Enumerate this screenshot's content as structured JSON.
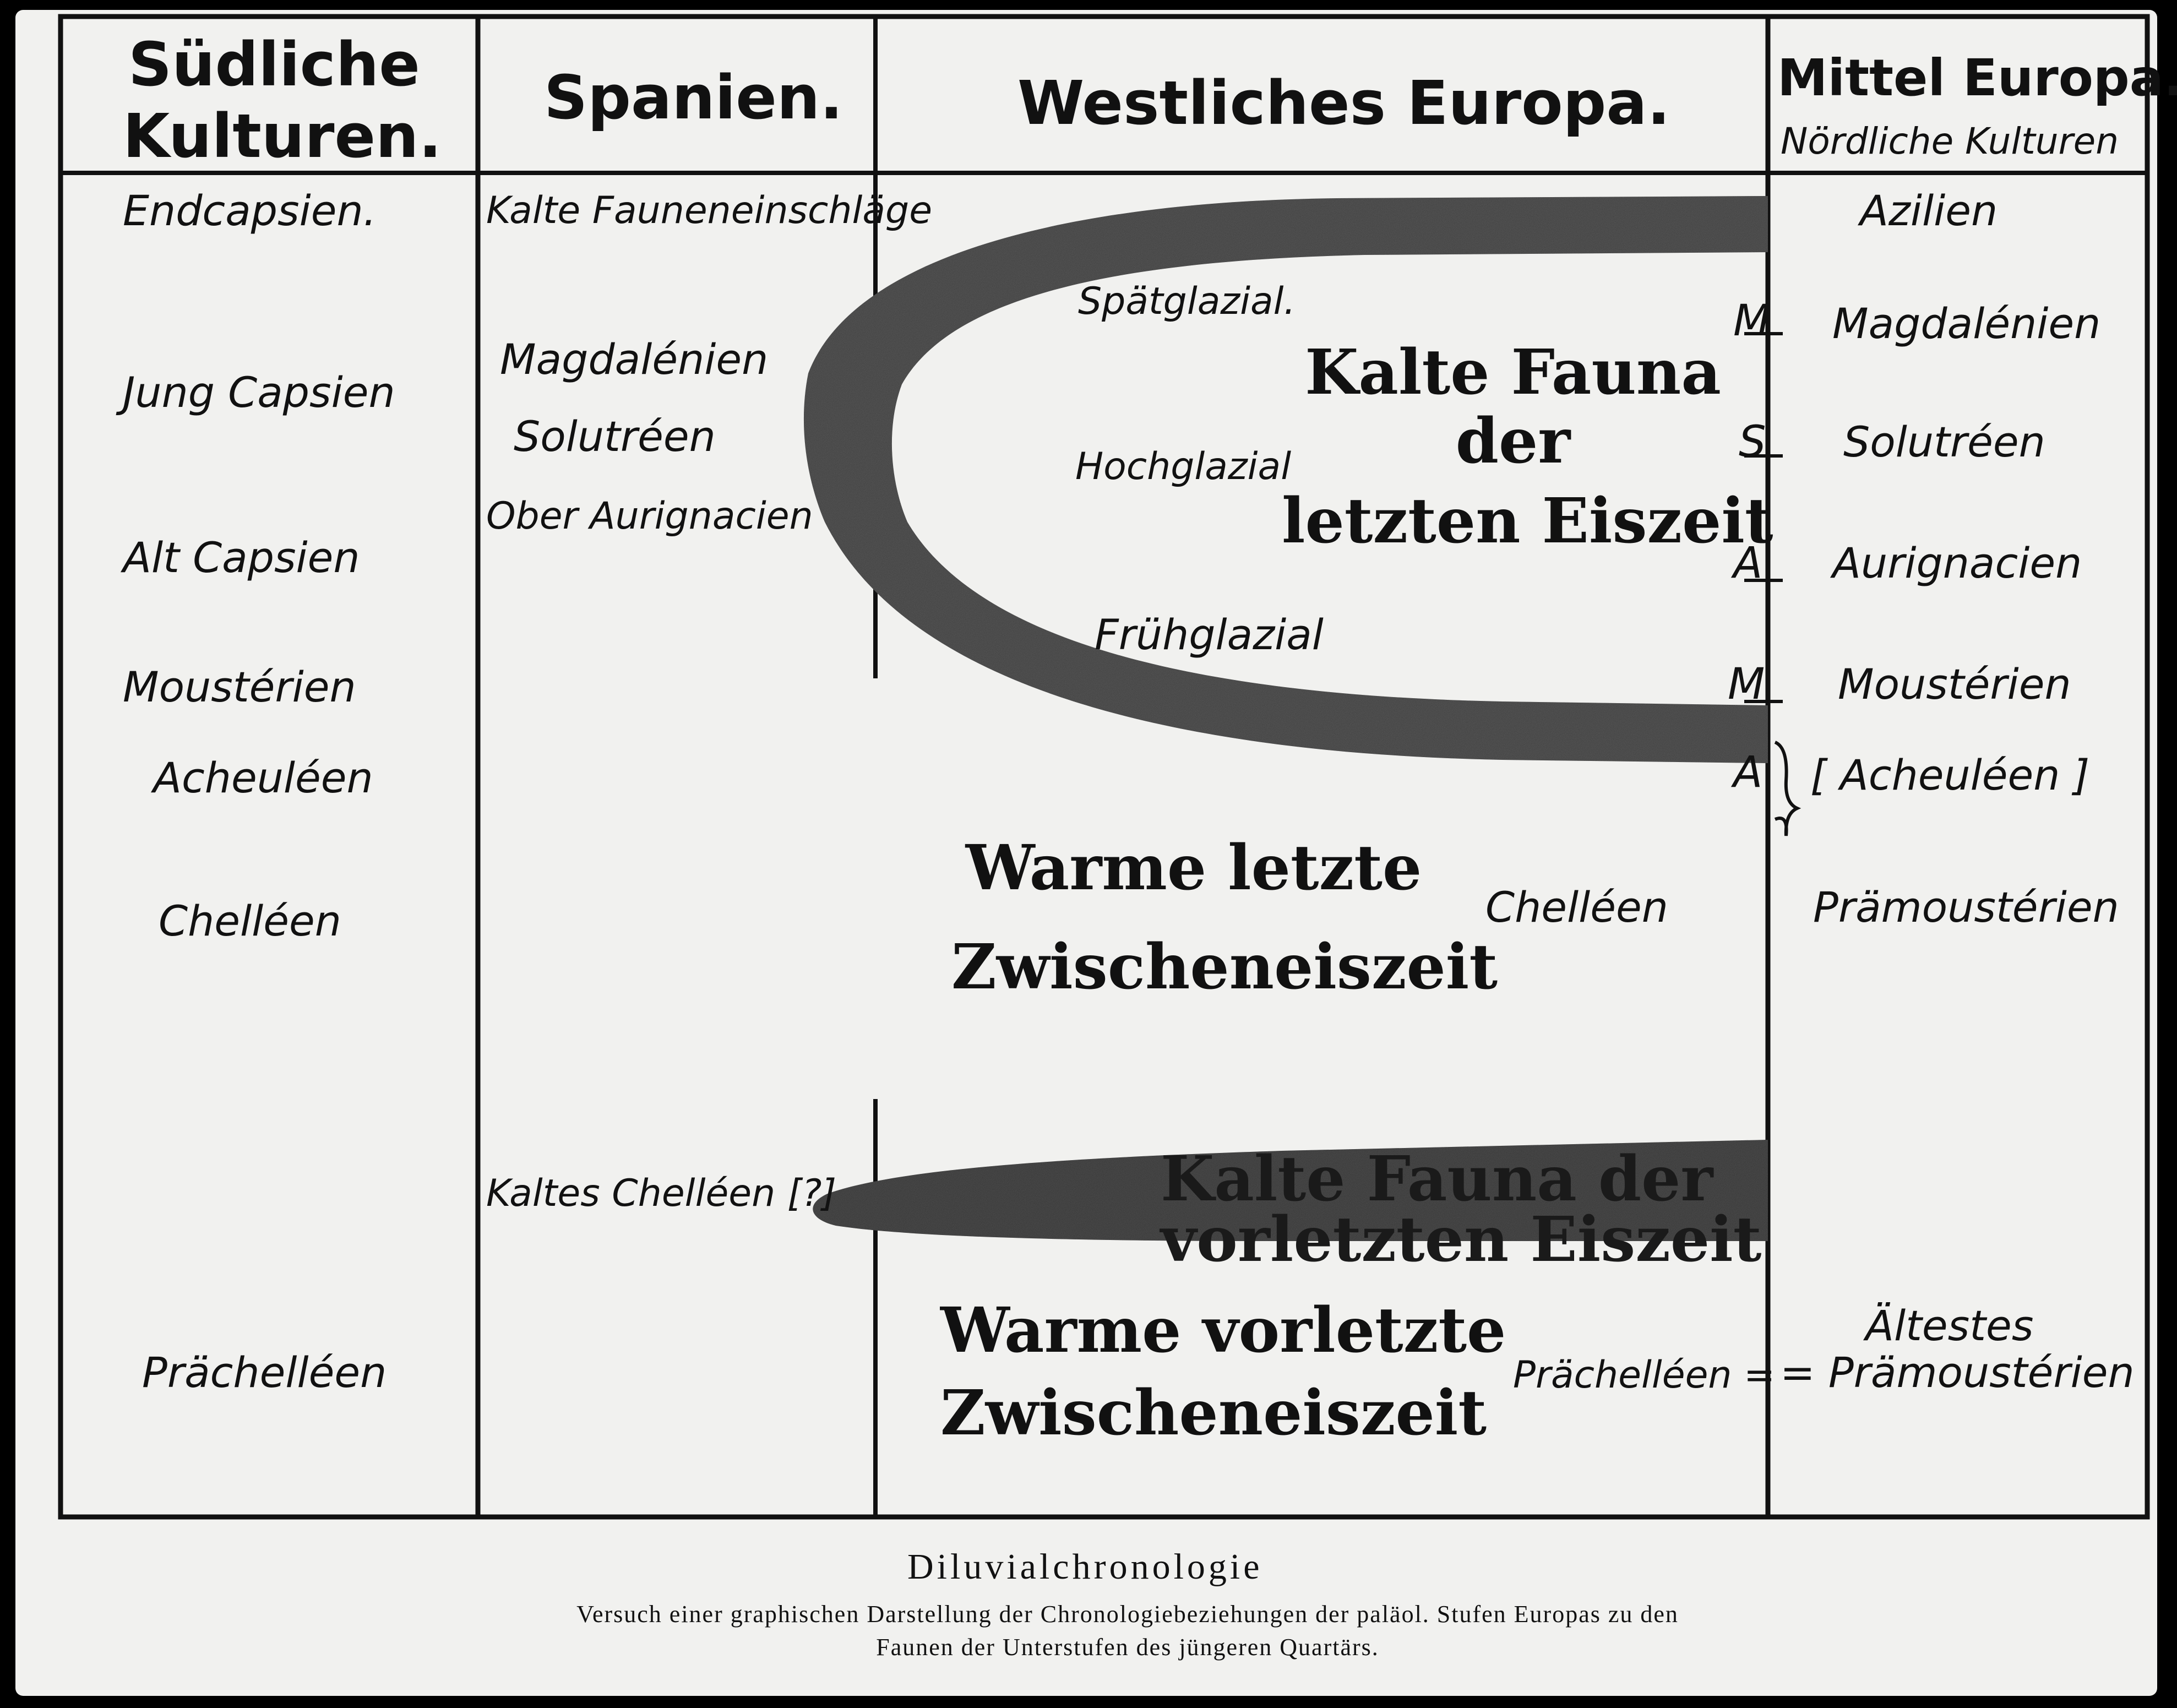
{
  "headers": {
    "col1": [
      "Südliche",
      "Kulturen."
    ],
    "col2": "Spanien.",
    "col3": "Westliches Europa.",
    "col4_title": "Mittel Europa.",
    "col4_sub": "Nördliche Kulturen"
  },
  "southern": {
    "endcapsien": "Endcapsien.",
    "jung_capsien": "Jung Capsien",
    "alt_capsien": "Alt Capsien",
    "mousterien": "Moustérien",
    "acheuleen": "Acheuléen",
    "chelleen": "Chelléen",
    "prachelleen": "Prächelléen"
  },
  "spain": {
    "kalte_faunen": "Kalte Fauneneinschläge",
    "magdalenien": "Magdalénien",
    "solutreen": "Solutréen",
    "ober_aurignacien": "Ober Aurignacien",
    "kaltes_chelleen": "Kaltes Chelléen [?]"
  },
  "western": {
    "spatglazial": "Spätglazial.",
    "hochglazial": "Hochglazial",
    "fruhglazial": "Frühglazial",
    "kalte_fauna_last": [
      "Kalte Fauna",
      "der",
      "letzten Eiszeit"
    ],
    "warme_letzte": [
      "Warme letzte",
      "Zwischeneiszeit"
    ],
    "chelleen": "Chelléen",
    "kalte_fauna_vorletzt": [
      "Kalte Fauna der",
      "vorletzten Eiszeit"
    ],
    "warme_vorletzte": [
      "Warme vorletzte",
      "Zwischeneiszeit"
    ],
    "prachelleen": "Prächelléen ="
  },
  "central": {
    "azilien": "Azilien",
    "magdalenien_marker": "M",
    "magdalenien": "Magdalénien",
    "solutreen_marker": "S",
    "solutreen": "Solutréen",
    "aurignacien_marker": "A",
    "aurignacien": "Aurignacien",
    "mousterien_marker": "M",
    "mousterien": "Moustérien",
    "acheuleen_marker": "A",
    "acheuleen": "[ Acheuléen ]",
    "pramousterien": "Prämoustérien",
    "altestes": "Ältestes",
    "altestes_pramousterien": "= Prämoustérien"
  },
  "caption": {
    "title": "Diluvialchronologie",
    "line1": "Versuch einer graphischen Darstellung der Chronologiebeziehungen der paläol. Stufen Europas zu den",
    "line2": "Faunen der Unterstufen des jüngeren Quartärs."
  }
}
